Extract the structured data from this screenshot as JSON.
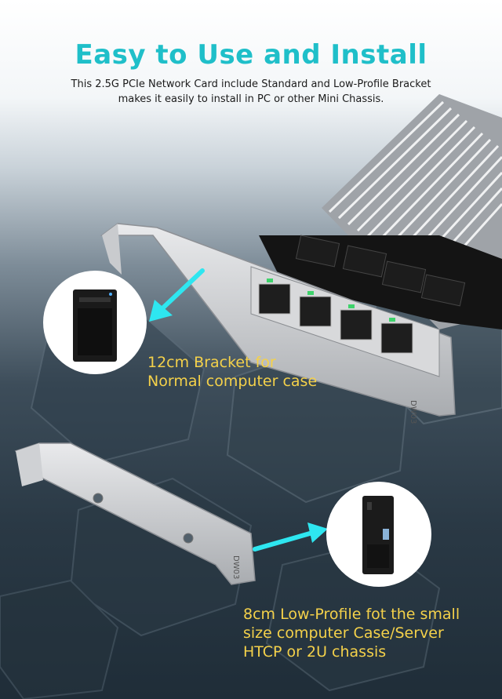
{
  "heading": {
    "title": "Easy to Use and Install",
    "line1": "This 2.5G PCIe Network Card include Standard and  Low-Profile Bracket",
    "line2": "makes it easily to install in PC or other Mini Chassis."
  },
  "standard_bracket": {
    "line1": "12cm Bracket for",
    "line2": "Normal computer case",
    "stamp": "DW03"
  },
  "low_profile_bracket": {
    "line1": "8cm Low-Profile fot the small",
    "line2": "size computer Case/Server",
    "line3": "HTCP or 2U chassis",
    "stamp": "DW03"
  },
  "colors": {
    "title": "#1fbfc9",
    "label": "#f4d14a",
    "arrow": "#2ee6f0"
  }
}
